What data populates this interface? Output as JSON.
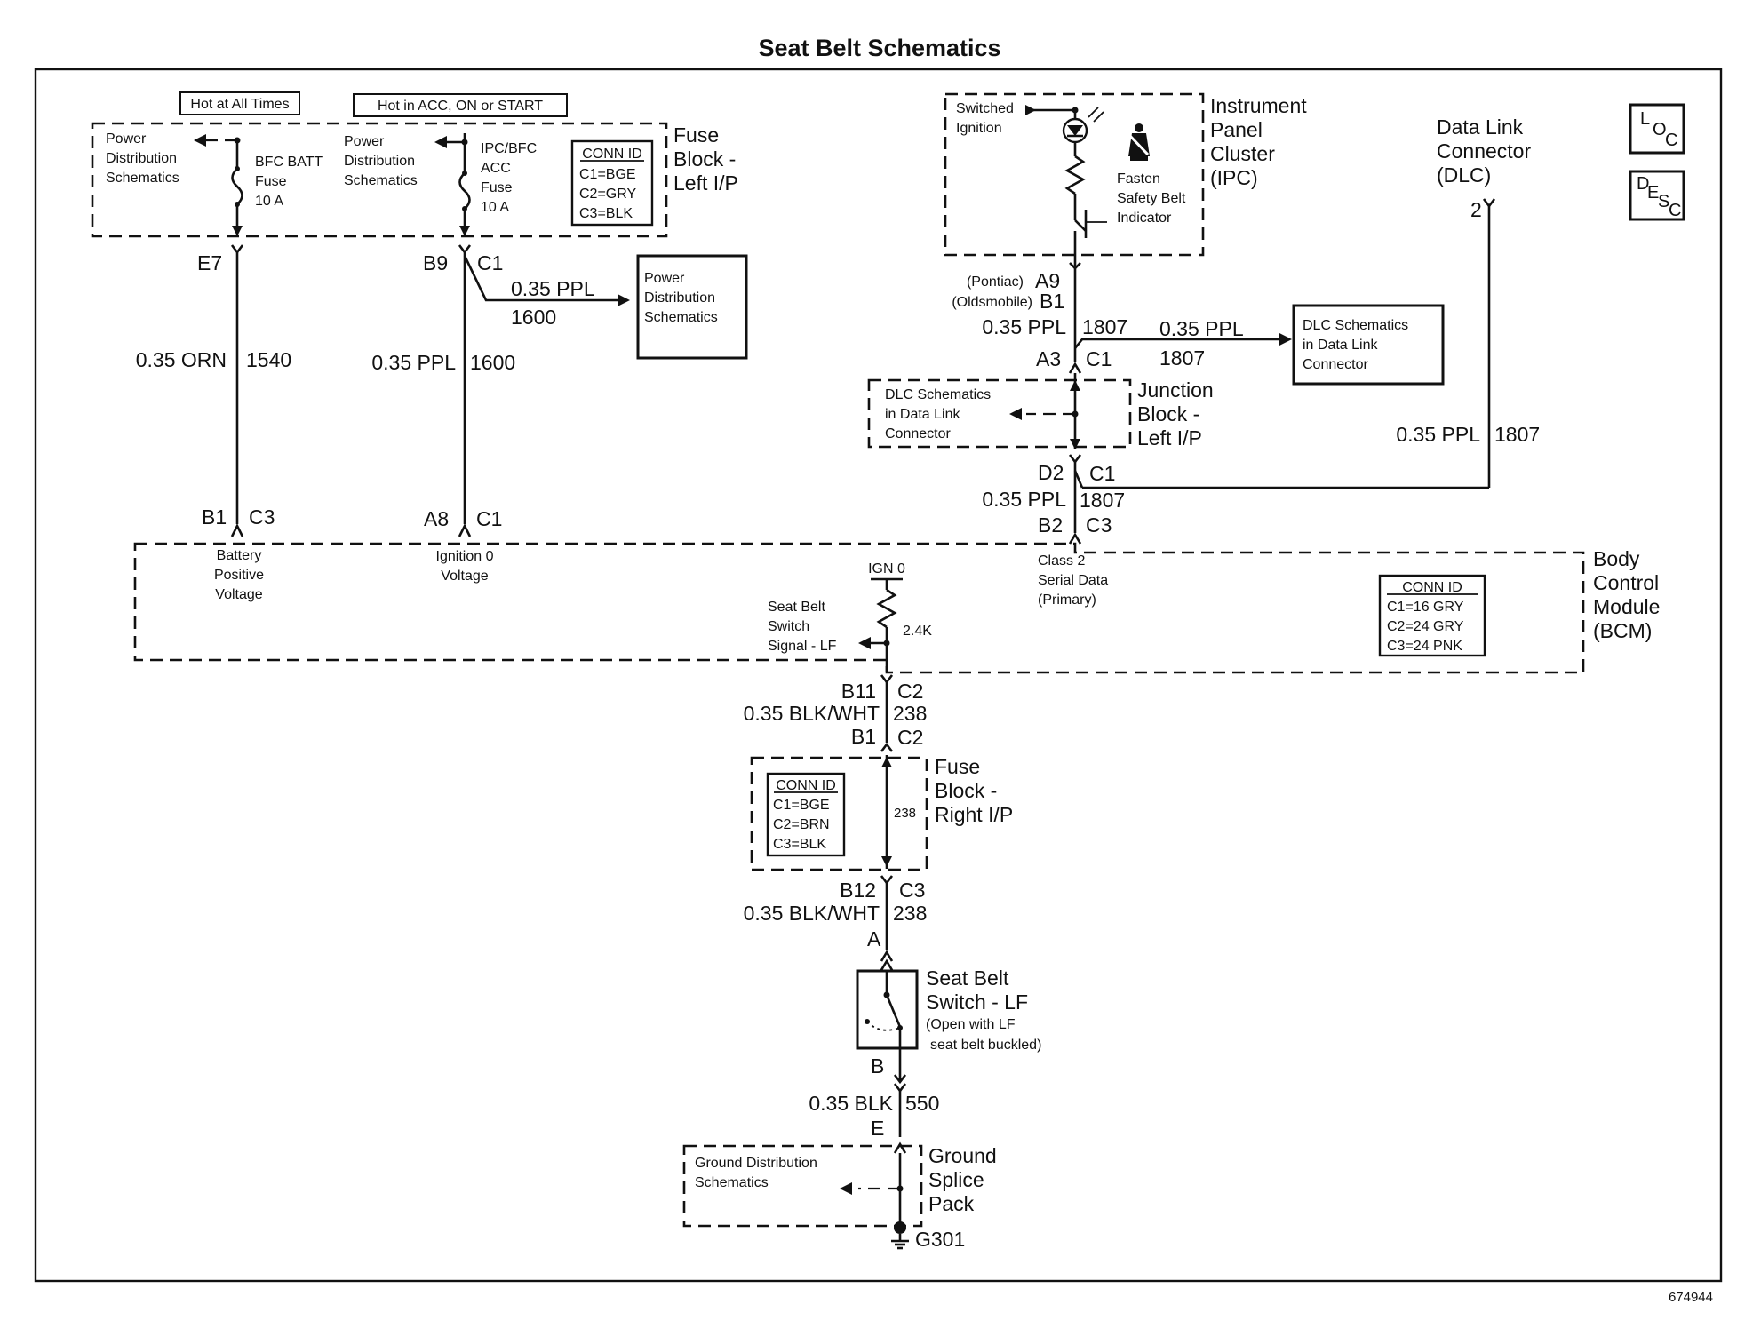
{
  "title": "Seat Belt Schematics",
  "figure_number": "674944",
  "hot_labels": {
    "always": "Hot at All Times",
    "acc": "Hot in ACC, ON or START"
  },
  "fuse_block_left": {
    "name": [
      "Fuse",
      "Block -",
      "Left I/P"
    ],
    "power_dist_1": [
      "Power",
      "Distribution",
      "Schematics"
    ],
    "power_dist_2": [
      "Power",
      "Distribution",
      "Schematics"
    ],
    "fuse1": [
      "BFC BATT",
      "Fuse",
      "10 A"
    ],
    "fuse2": [
      "IPC/BFC",
      "ACC",
      "Fuse",
      "10 A"
    ],
    "conn_id": {
      "title": "CONN ID",
      "rows": [
        "C1=BGE",
        "C2=GRY",
        "C3=BLK"
      ]
    }
  },
  "left_wires": {
    "e7": "E7",
    "b9": "B9",
    "c1": "C1",
    "tap_color": "0.35 PPL",
    "tap_circuit": "1600",
    "power_box": [
      "Power",
      "Distribution",
      "Schematics"
    ],
    "w1_color": "0.35 ORN",
    "w1_circuit": "1540",
    "w2_color": "0.35 PPL",
    "w2_circuit": "1600",
    "b1": "B1",
    "c3": "C3",
    "a8": "A8",
    "c1b": "C1"
  },
  "ipc": {
    "name": [
      "Instrument",
      "Panel",
      "Cluster",
      "(IPC)"
    ],
    "switched": [
      "Switched",
      "Ignition"
    ],
    "fasten": [
      "Fasten",
      "Safety Belt",
      "Indicator"
    ],
    "pontiac": "(Pontiac)",
    "a9": "A9",
    "olds": "(Oldsmobile)",
    "b1": "B1"
  },
  "dlc": {
    "name": [
      "Data Link",
      "Connector",
      "(DLC)"
    ],
    "pin": "2"
  },
  "loc_desc": {
    "loc": [
      "L",
      "O",
      "C"
    ],
    "desc": [
      "D",
      "E",
      "S",
      "C"
    ]
  },
  "ipc_wire": {
    "color": "0.35 PPL",
    "circuit": "1807",
    "tap_color": "0.35 PPL",
    "tap_circuit": "1807",
    "dlc_box": [
      "DLC Schematics",
      "in Data Link",
      "Connector"
    ],
    "a3": "A3",
    "c1": "C1"
  },
  "junction": {
    "name": [
      "Junction",
      "Block -",
      "Left I/P"
    ],
    "dlc_box": [
      "DLC Schematics",
      "in Data Link",
      "Connector"
    ],
    "d2": "D2",
    "c1": "C1",
    "color": "0.35 PPL",
    "circuit": "1807",
    "b2": "B2",
    "c3": "C3"
  },
  "dlc_wire": {
    "color": "0.35 PPL",
    "circuit": "1807"
  },
  "bcm": {
    "name": [
      "Body",
      "Control",
      "Module",
      "(BCM)"
    ],
    "battery": [
      "Battery",
      "Positive",
      "Voltage"
    ],
    "ignition": [
      "Ignition 0",
      "Voltage"
    ],
    "ign0": "IGN 0",
    "res": "2.4K",
    "seat_signal": [
      "Seat Belt",
      "Switch",
      "Signal - LF"
    ],
    "class2": [
      "Class 2",
      "Serial Data",
      "(Primary)"
    ],
    "conn_id": {
      "title": "CONN ID",
      "rows": [
        "C1=16 GRY",
        "C2=24 GRY",
        "C3=24 PNK"
      ]
    }
  },
  "lower": {
    "b11": "B11",
    "c2": "C2",
    "w1_color": "0.35 BLK/WHT",
    "w1_circuit": "238",
    "b1": "B1",
    "c2b": "C2",
    "fuse_block_right": [
      "Fuse",
      "Block -",
      "Right I/P"
    ],
    "conn_id": {
      "title": "CONN ID",
      "rows": [
        "C1=BGE",
        "C2=BRN",
        "C3=BLK"
      ]
    },
    "inner_circuit": "238",
    "b12": "B12",
    "c3": "C3",
    "w2_color": "0.35 BLK/WHT",
    "w2_circuit": "238",
    "a": "A",
    "switch_name": [
      "Seat Belt",
      "Switch - LF"
    ],
    "switch_note": [
      "(Open with LF",
      "seat belt buckled)"
    ],
    "b": "B",
    "w3_color": "0.35 BLK",
    "w3_circuit": "550",
    "e": "E",
    "ground_box": [
      "Ground Distribution",
      "Schematics"
    ],
    "ground_pack": [
      "Ground",
      "Splice",
      "Pack"
    ],
    "ground": "G301"
  }
}
